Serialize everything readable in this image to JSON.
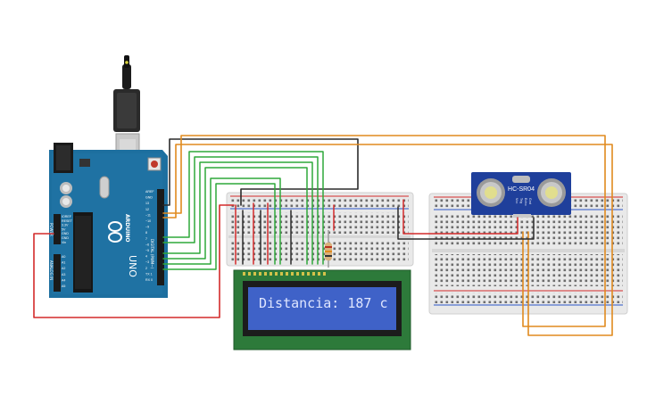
{
  "circuit": {
    "arduino": {
      "logo": "ARDUINO",
      "model": "UNO",
      "digital_label": "DIGITAL (PWM~)",
      "power_label": "POWER",
      "analog_label": "ANALOG IN",
      "digital_pins": [
        "AREF",
        "GND",
        "13",
        "12",
        "~11",
        "~10",
        "~9",
        "8",
        "7",
        "~6",
        "~5",
        "4",
        "~3",
        "2",
        "TX 1",
        "RX 0"
      ],
      "power_pins": [
        "IOREF",
        "RESET",
        "3.3V",
        "5V",
        "GND",
        "GND",
        "Vin"
      ],
      "analog_pins": [
        "A0",
        "A1",
        "A2",
        "A3",
        "A4",
        "A5"
      ]
    },
    "lcd": {
      "text": "Distancia: 187 c"
    },
    "sensor": {
      "model": "HC-SR04",
      "pins": [
        "Vcc",
        "Trig",
        "Echo",
        "Gnd"
      ]
    },
    "colors": {
      "wire_red": "#d42a2a",
      "wire_black": "#2b2b2b",
      "wire_green": "#2fa83a",
      "wire_orange": "#e08a1e",
      "board_blue": "#1d6f9f",
      "lcd_green": "#2d7a3a",
      "lcd_screen": "#3f62c8",
      "sensor_blue": "#1f3f9b"
    }
  }
}
